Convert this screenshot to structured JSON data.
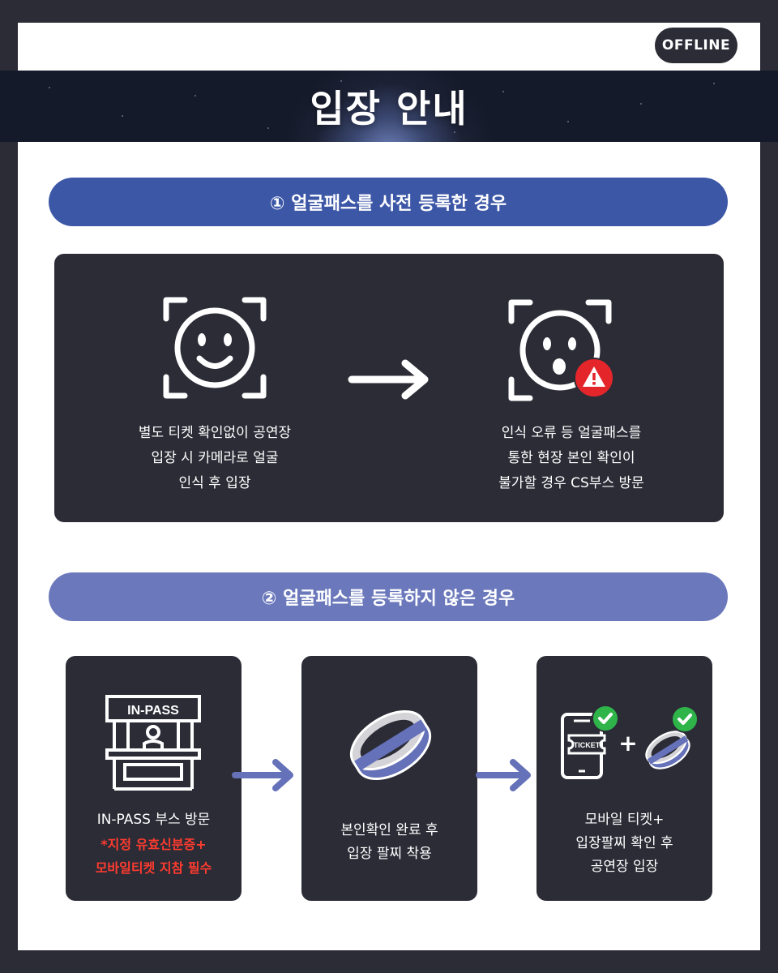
{
  "badge": "OFFLINE",
  "title": "입장 안내",
  "section1": {
    "heading": "① 얼굴패스를 사전 등록한 경우",
    "left_text": "별도 티켓 확인없이 공연장\n입장 시 카메라로 얼굴\n인식 후 입장",
    "right_text": "인식 오류 등 얼굴패스를\n통한 현장 본인 확인이\n불가할 경우 CS부스 방문"
  },
  "section2": {
    "heading": "② 얼굴패스를 등록하지 않은 경우",
    "step1_title": "IN-PASS 부스 방문",
    "step1_note": "*지정 유효신분증+\n모바일티켓 지참 필수",
    "step1_sign": "IN-PASS",
    "step2_text": "본인확인 완료 후\n입장 팔찌 착용",
    "step3_text": "모바일 티켓+\n입장팔찌 확인 후\n공연장 입장",
    "ticket_label": "TICKET",
    "plus": "+"
  },
  "colors": {
    "background": "#2b2c36",
    "pill1": "#3d57a7",
    "pill2": "#6b79bc",
    "accent": "#6571b8",
    "warning": "#e4262b",
    "check": "#2fb44a",
    "note_red": "#ff3b2f"
  },
  "icons": [
    "face-scan-icon",
    "arrow-right-icon",
    "face-error-icon",
    "warning-icon",
    "booth-icon",
    "wristband-icon",
    "mobile-ticket-icon",
    "check-icon"
  ]
}
